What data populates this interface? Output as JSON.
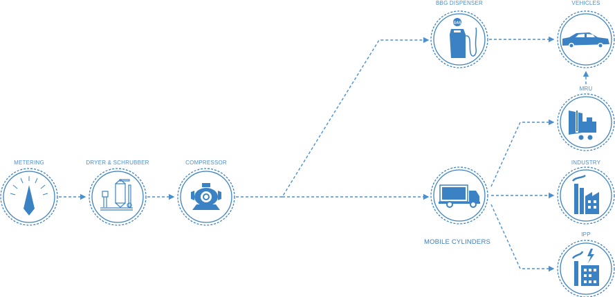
{
  "colors": {
    "accent": "#3b82c4",
    "line": "#4a8fd0"
  },
  "nodes": {
    "metering": {
      "label": "METERING",
      "icon": "gauge-icon"
    },
    "dryer": {
      "label": "DRYER & SCHRUBBER",
      "icon": "dryer-scrubber-icon"
    },
    "compressor": {
      "label": "COMPRESSOR",
      "icon": "compressor-icon"
    },
    "dispenser": {
      "label": "BBG DISPENSER",
      "icon": "gas-pump-icon",
      "icon_text": "GAS"
    },
    "vehicles": {
      "label": "VEHICLES",
      "icon": "car-icon"
    },
    "mobile": {
      "label": "MOBILE CYLINDERS",
      "icon": "cylinder-truck-icon"
    },
    "mru": {
      "label": "MRU",
      "icon": "mru-icon"
    },
    "industry": {
      "label": "INDUSTRY",
      "icon": "factory-icon"
    },
    "ipp": {
      "label": "IPP",
      "icon": "power-plant-icon"
    }
  }
}
